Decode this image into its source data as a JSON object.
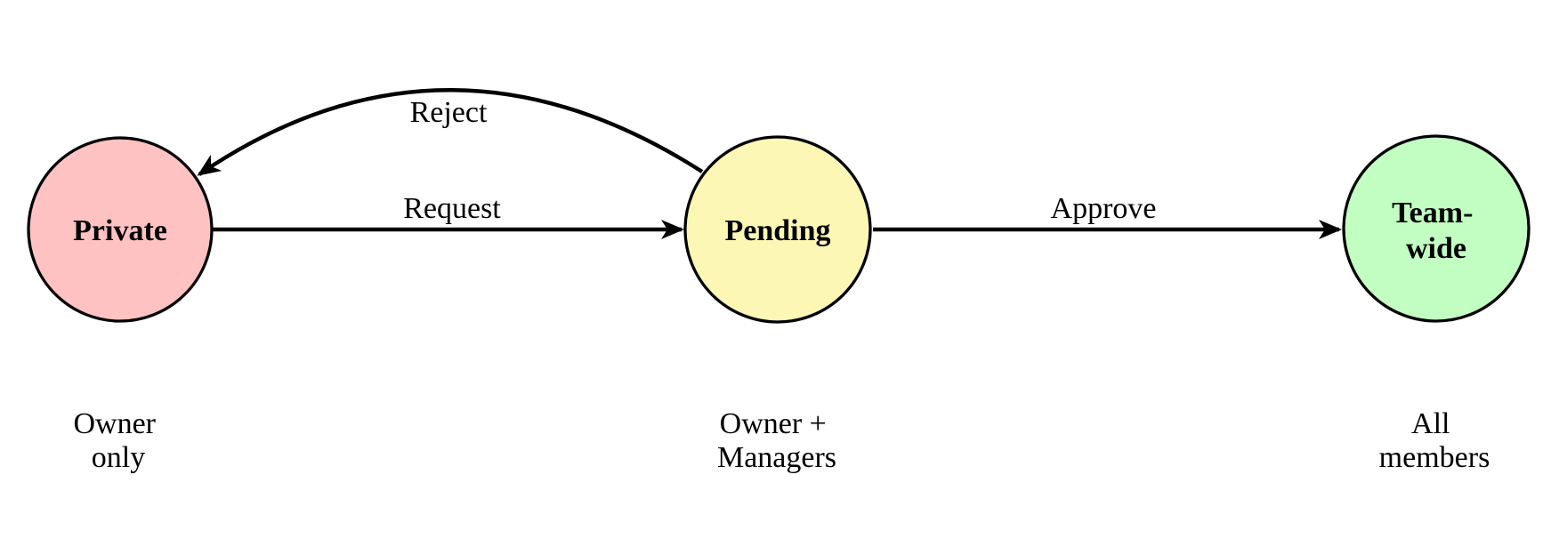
{
  "diagram": {
    "type": "state-transition-diagram",
    "background": "#ffffff",
    "line_color": "#000000",
    "nodes": [
      {
        "id": "private",
        "label_lines": [
          "Private"
        ],
        "fill": "#ffc2c2",
        "caption_lines": [
          "Owner",
          "only"
        ]
      },
      {
        "id": "pending",
        "label_lines": [
          "Pending"
        ],
        "fill": "#fcf7b5",
        "caption_lines": [
          "Owner +",
          "Managers"
        ]
      },
      {
        "id": "teamwide",
        "label_lines": [
          "Team-",
          "wide"
        ],
        "fill": "#c2fec2",
        "caption_lines": [
          "All",
          "members"
        ]
      }
    ],
    "edges": [
      {
        "id": "request",
        "label": "Request",
        "from": "private",
        "to": "pending",
        "style": "straight"
      },
      {
        "id": "reject",
        "label": "Reject",
        "from": "pending",
        "to": "private",
        "style": "curved"
      },
      {
        "id": "approve",
        "label": "Approve",
        "from": "pending",
        "to": "teamwide",
        "style": "straight"
      }
    ]
  }
}
